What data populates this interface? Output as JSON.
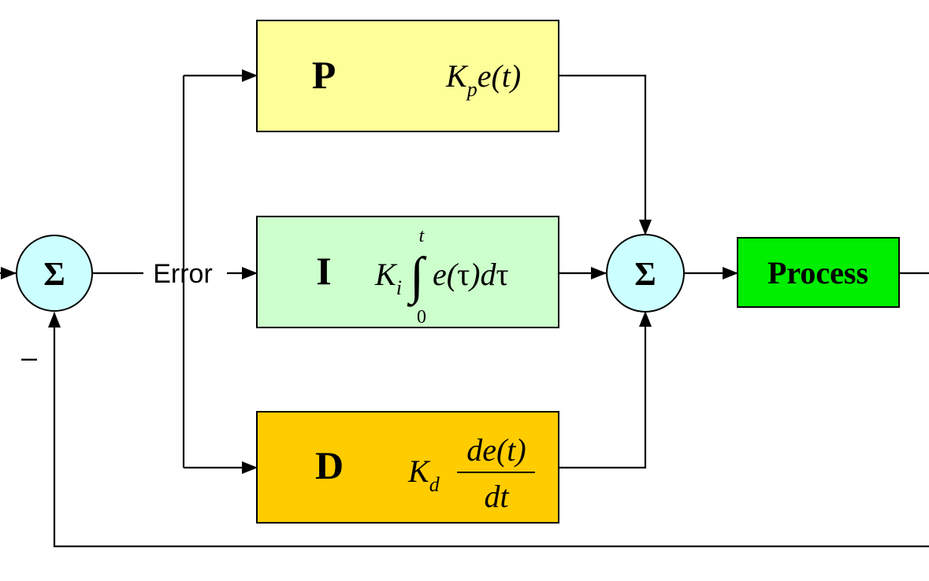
{
  "colors": {
    "p_block": "#ffff99",
    "i_block": "#ccffcc",
    "d_block": "#ffcc00",
    "process_block": "#00ee00",
    "sum_node": "#ccffff",
    "line": "#000000"
  },
  "input_sum": {
    "symbol": "Σ",
    "feedback_sign": "–"
  },
  "error_label": "Error",
  "blocks": {
    "p": {
      "letter": "P",
      "formula": {
        "gain": "K",
        "gain_sub": "p",
        "body": "e(t)"
      }
    },
    "i": {
      "letter": "I",
      "formula": {
        "gain": "K",
        "gain_sub": "i",
        "integral_sign": "∫",
        "upper_limit": "t",
        "lower_limit": "0",
        "body_open": "e(",
        "tau1": "τ",
        "body_close": ")d",
        "tau2": "τ"
      }
    },
    "d": {
      "letter": "D",
      "formula": {
        "gain": "K",
        "gain_sub": "d",
        "numerator": "de(t)",
        "denominator": "dt"
      }
    }
  },
  "output_sum": {
    "symbol": "Σ"
  },
  "process": {
    "label": "Process"
  }
}
